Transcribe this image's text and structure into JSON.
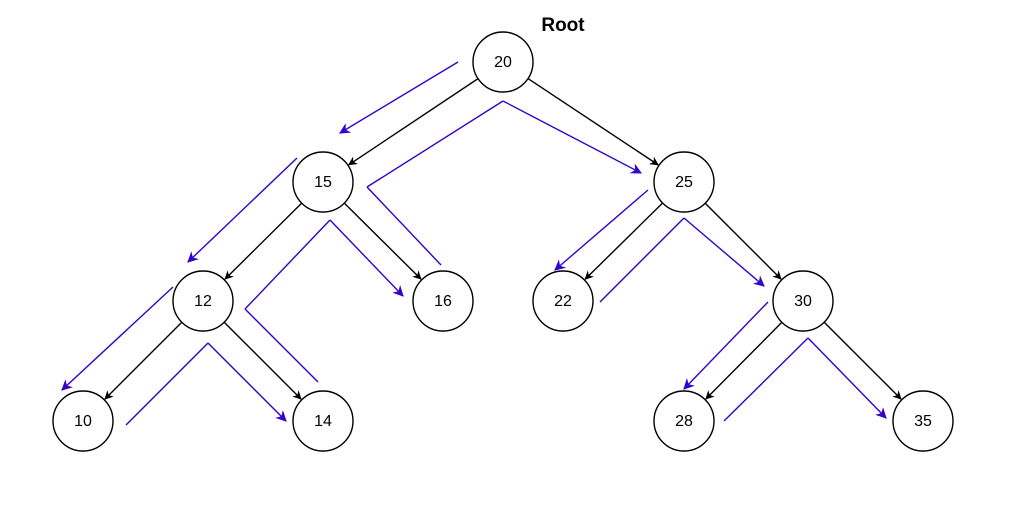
{
  "title": "Root",
  "colors": {
    "tree_edge": "#000000",
    "traversal_path": "#3300cc",
    "node_fill": "#ffffff",
    "node_stroke": "#000000"
  },
  "nodes": [
    {
      "id": "n20",
      "value": "20"
    },
    {
      "id": "n15",
      "value": "15"
    },
    {
      "id": "n25",
      "value": "25"
    },
    {
      "id": "n12",
      "value": "12"
    },
    {
      "id": "n16",
      "value": "16"
    },
    {
      "id": "n22",
      "value": "22"
    },
    {
      "id": "n30",
      "value": "30"
    },
    {
      "id": "n10",
      "value": "10"
    },
    {
      "id": "n14",
      "value": "14"
    },
    {
      "id": "n28",
      "value": "28"
    },
    {
      "id": "n35",
      "value": "35"
    }
  ],
  "edges": [
    {
      "from": "n20",
      "to": "n15"
    },
    {
      "from": "n20",
      "to": "n25"
    },
    {
      "from": "n15",
      "to": "n12"
    },
    {
      "from": "n15",
      "to": "n16"
    },
    {
      "from": "n12",
      "to": "n10"
    },
    {
      "from": "n12",
      "to": "n14"
    },
    {
      "from": "n25",
      "to": "n22"
    },
    {
      "from": "n25",
      "to": "n30"
    },
    {
      "from": "n30",
      "to": "n28"
    },
    {
      "from": "n30",
      "to": "n35"
    }
  ]
}
